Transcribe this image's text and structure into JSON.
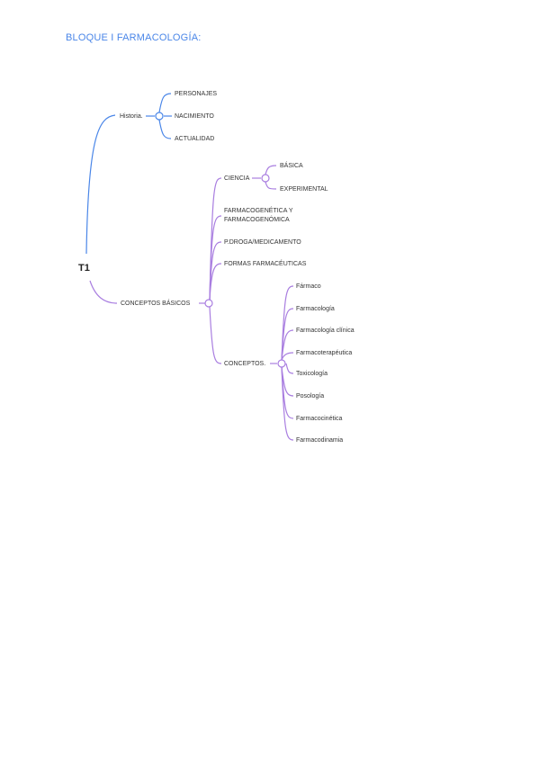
{
  "page": {
    "title": "BLOQUE I FARMACOLOGÍA:"
  },
  "mindmap": {
    "root": "T1",
    "colors": {
      "blue": "#4a86e8",
      "purple": "#a97ee0",
      "text": "#333333"
    },
    "historia": {
      "label": "Historia.",
      "children": [
        "PERSONAJES",
        "NACIMIENTO",
        "ACTUALIDAD"
      ]
    },
    "conceptos_basicos": {
      "label": "CONCEPTOS BÁSICOS",
      "ciencia": {
        "label": "CIENCIA",
        "children": [
          "BÁSICA",
          "EXPERIMENTAL"
        ]
      },
      "farmacogenetica": {
        "line1": "FARMACOGENÉTICA Y",
        "line2": "FARMACOGENÓMICA"
      },
      "pdroga": "P.DROGA/MEDICAMENTO",
      "formas": "FORMAS FARMACÉUTICAS",
      "conceptos": {
        "label": "CONCEPTOS.",
        "children": [
          "Fármaco",
          "Farmacología",
          "Farmacología clínica",
          "Farmacoterapéutica",
          "Toxicología",
          "Posología",
          "Farmacocinética",
          "Farmacodinamia"
        ]
      }
    }
  }
}
